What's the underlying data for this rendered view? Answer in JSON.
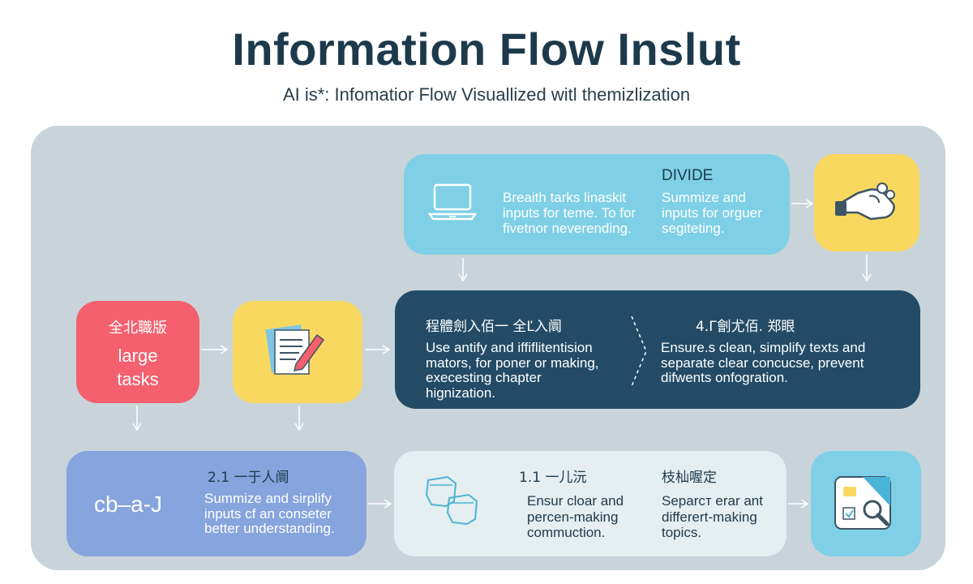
{
  "header": {
    "title": "Information Flow Inslut",
    "subtitle": "AI is*: Infomatior Flow Visuallized witl themizlization"
  },
  "top_box": {
    "col1_lines": [
      "Breaith tarks linaskit",
      "inputs for teme. To for",
      "fivetnor neverending."
    ],
    "col2_heading": "DIVIDE",
    "col2_lines": [
      "Summize and",
      "inputs for orguer",
      "segiteting."
    ],
    "icon": "laptop-icon"
  },
  "top_right_box": {
    "icon": "hand-icon"
  },
  "mid_left_box": {
    "label": "全北職版",
    "lines": [
      "large",
      "tasks"
    ]
  },
  "mid_yellow_box": {
    "icon": "document-pencil-icon"
  },
  "mid_dark_box": {
    "left_heading": "程體劍入佰一 全Ľ入阛",
    "left_lines": [
      "Use antify and iffiflitentision",
      "mators, for poner or making,",
      "execesting chapter",
      "hignization."
    ],
    "right_heading": "4.Г劊尤佰. 郑眼",
    "right_lines": [
      "Ensure.s clean, simplify texts and",
      "separate clear concucse, prevent",
      "difwents onfogration."
    ]
  },
  "bottom_left_box": {
    "big_label": "cb–a-J",
    "heading": "2.1 一于人阛",
    "lines": [
      "Summize and sirplify",
      "inputs cf an conseter",
      "better understanding."
    ]
  },
  "bottom_mid_box": {
    "icon": "people-icon",
    "col1_heading": "1.1 一儿沅",
    "col1_lines": [
      "Ensur cloar and",
      "percen-making",
      "commuction."
    ],
    "col2_heading": "枝杣喔定",
    "col2_lines": [
      "Separcт erar ant",
      "differert-making",
      "topics."
    ]
  },
  "bottom_right_box": {
    "icon": "image-search-icon"
  },
  "colors": {
    "title": "#1d3a4c",
    "panel": "#c9d4da",
    "light_blue": "#7fd0e6",
    "yellow": "#f9d860",
    "red": "#f4606e",
    "dark_blue": "#234b66",
    "periwinkle": "#86a4dd",
    "pale": "#e5eef0",
    "arrow": "#ffffff"
  }
}
